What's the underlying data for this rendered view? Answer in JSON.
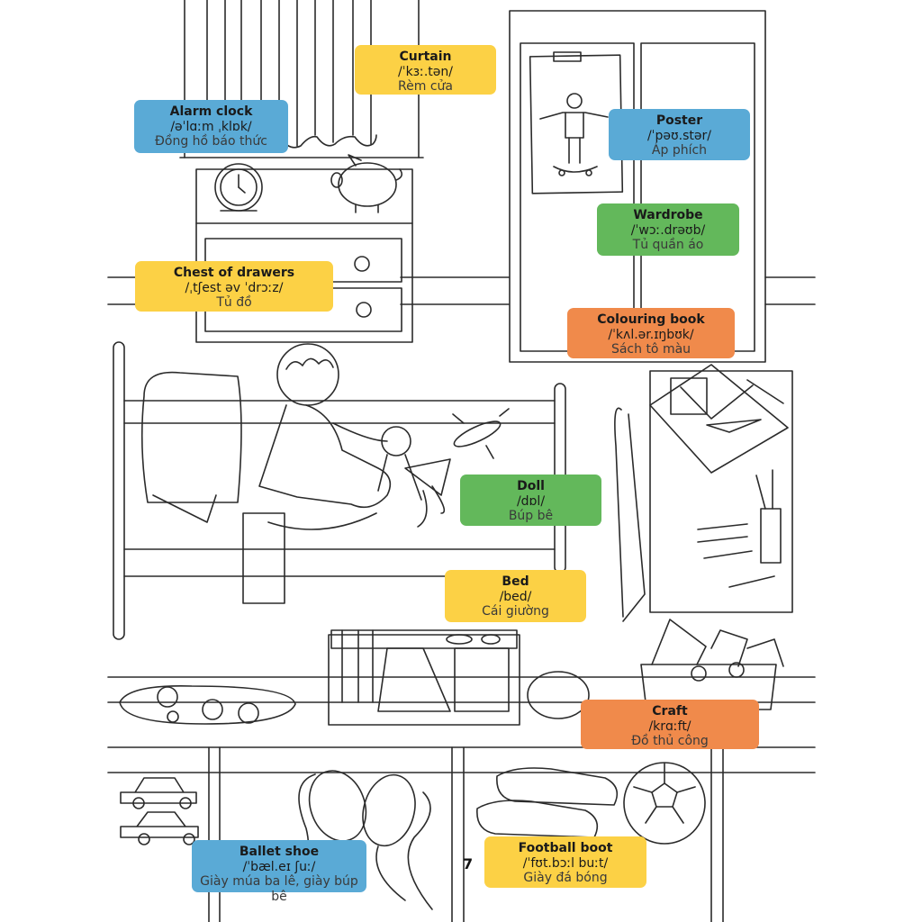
{
  "labels": [
    {
      "id": "curtain",
      "word": "Curtain",
      "ipa": "/ˈkɜː.tən/",
      "vi": "Rèm cửa",
      "color": "yellow"
    },
    {
      "id": "alarm_clock",
      "word": "Alarm clock",
      "ipa": "/əˈlɑːm ˌklɒk/",
      "vi": "Đồng hồ báo thức",
      "color": "blue"
    },
    {
      "id": "poster",
      "word": "Poster",
      "ipa": "/ˈpəʊ.stər/",
      "vi": "Áp phích",
      "color": "blue"
    },
    {
      "id": "wardrobe",
      "word": "Wardrobe",
      "ipa": "/ˈwɔː.drəʊb/",
      "vi": "Tủ quần áo",
      "color": "green"
    },
    {
      "id": "chest_of_drawers",
      "word": "Chest of drawers",
      "ipa": "/ˌtʃest əv ˈdrɔːz/",
      "vi": "Tủ đồ",
      "color": "yellow"
    },
    {
      "id": "colouring_book",
      "word": "Colouring book",
      "ipa": "/ˈkʌl.ər.ɪŋbʊk/",
      "vi": "Sách tô màu",
      "color": "orange"
    },
    {
      "id": "doll",
      "word": "Doll",
      "ipa": "/dɒl/",
      "vi": "Búp bê",
      "color": "green"
    },
    {
      "id": "bed",
      "word": "Bed",
      "ipa": "/bed/",
      "vi": "Cái giường",
      "color": "yellow"
    },
    {
      "id": "craft",
      "word": "Craft",
      "ipa": "/krɑːft/",
      "vi": "Đồ thủ công",
      "color": "orange"
    },
    {
      "id": "ballet_shoe",
      "word": "Ballet shoe",
      "ipa": "/ˈbæl.eɪ ʃuː/",
      "vi": "Giày múa ba lê, giày búp bê",
      "color": "blue"
    },
    {
      "id": "football_boot",
      "word": "Football boot",
      "ipa": "/ˈfʊt.bɔːl buːt/",
      "vi": "Giày đá bóng",
      "color": "yellow"
    }
  ],
  "page_number": "7",
  "colors": {
    "yellow": "#fcd145",
    "blue": "#5aaad6",
    "green": "#63b85b",
    "orange": "#f08a4b",
    "line": "#2b2b2b"
  }
}
